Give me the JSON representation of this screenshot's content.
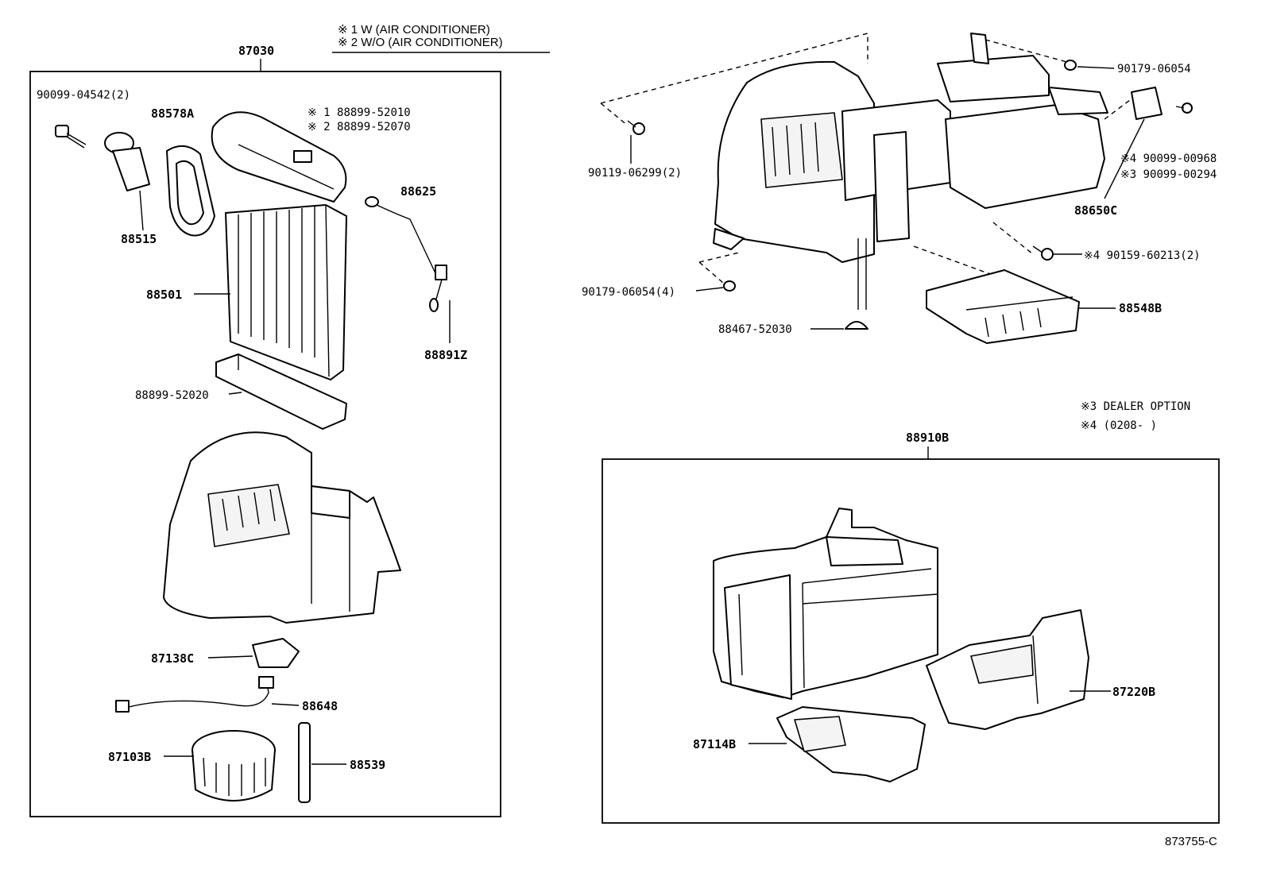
{
  "notes": {
    "w_ac": "※ 1  W (AIR CONDITIONER)",
    "wo_ac": "※ 2  W/O (AIR CONDITIONER)",
    "dealer_option": "※3 DEALER OPTION",
    "date_range": "※4 (0208-     )"
  },
  "assemblies": {
    "left": "87030",
    "right": "88910B"
  },
  "left_parts": {
    "p1": "90099-04542(2)",
    "p2": "88578A",
    "p3a": "※ 1  88899-52010",
    "p3b": "※ 2  88899-52070",
    "p4": "88625",
    "p5": "88515",
    "p6": "88501",
    "p7": "88891Z",
    "p8": "88899-52020",
    "p9": "87138C",
    "p10": "88648",
    "p11": "87103B",
    "p12": "88539"
  },
  "upper_right_parts": {
    "q1": "90179-06054",
    "q2": "90119-06299(2)",
    "q3a": "※4 90099-00968",
    "q3b": "※3 90099-00294",
    "q4": "88650C",
    "q5": "※4 90159-60213(2)",
    "q6": "90179-06054(4)",
    "q7": "88548B",
    "q8": "88467-52030"
  },
  "lower_right_parts": {
    "r1": "87220B",
    "r2": "87114B"
  },
  "figure_id": "873755-C"
}
